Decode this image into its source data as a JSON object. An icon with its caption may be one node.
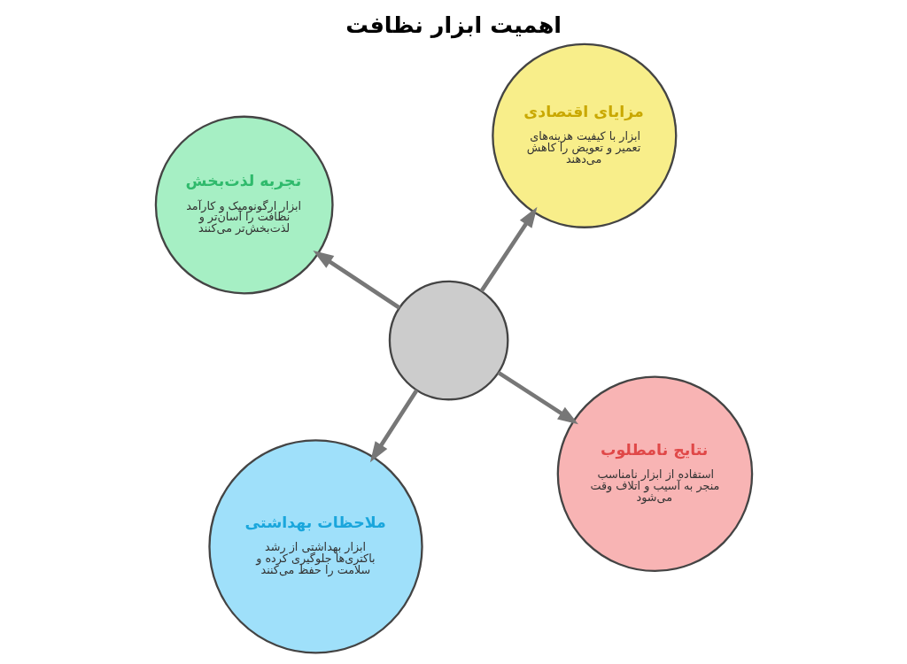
{
  "diagram": {
    "title": "اهمیت ابزار نظافت",
    "nodes": [
      {
        "text": [],
        "shape": "circle"
      },
      {
        "text": [
          "نتایج نامطلوب",
          "استفاده از ابزار نامناسب منجر به آسیب و اتلاف وقت می‌شود"
        ]
      },
      {
        "text": [
          "ملاحظات بهداشتی",
          "ابزار بهداشتی از رشد باکتری‌ها جلوگیری کرده و سلامت را حفظ می‌کنند"
        ]
      },
      {
        "text": [
          "تجربه لذت‌بخش",
          "ابزار ارگونومیک و کارآمد نظافت را آسان‌تر و لذت‌بخش‌تر می‌کنند"
        ]
      },
      {
        "text": [
          "مزایای اقتصادی",
          "ابزار با کیفیت هزینه‌های تعمیر و تعویض را کاهش می‌دهند"
        ]
      }
    ],
    "edges": [
      {
        "from": 0,
        "to": 1,
        "arrow": "to"
      },
      {
        "from": 0,
        "to": 2,
        "arrow": "to"
      },
      {
        "from": 0,
        "to": 3,
        "arrow": "to"
      },
      {
        "from": 0,
        "to": 4,
        "arrow": "to"
      }
    ]
  }
}
